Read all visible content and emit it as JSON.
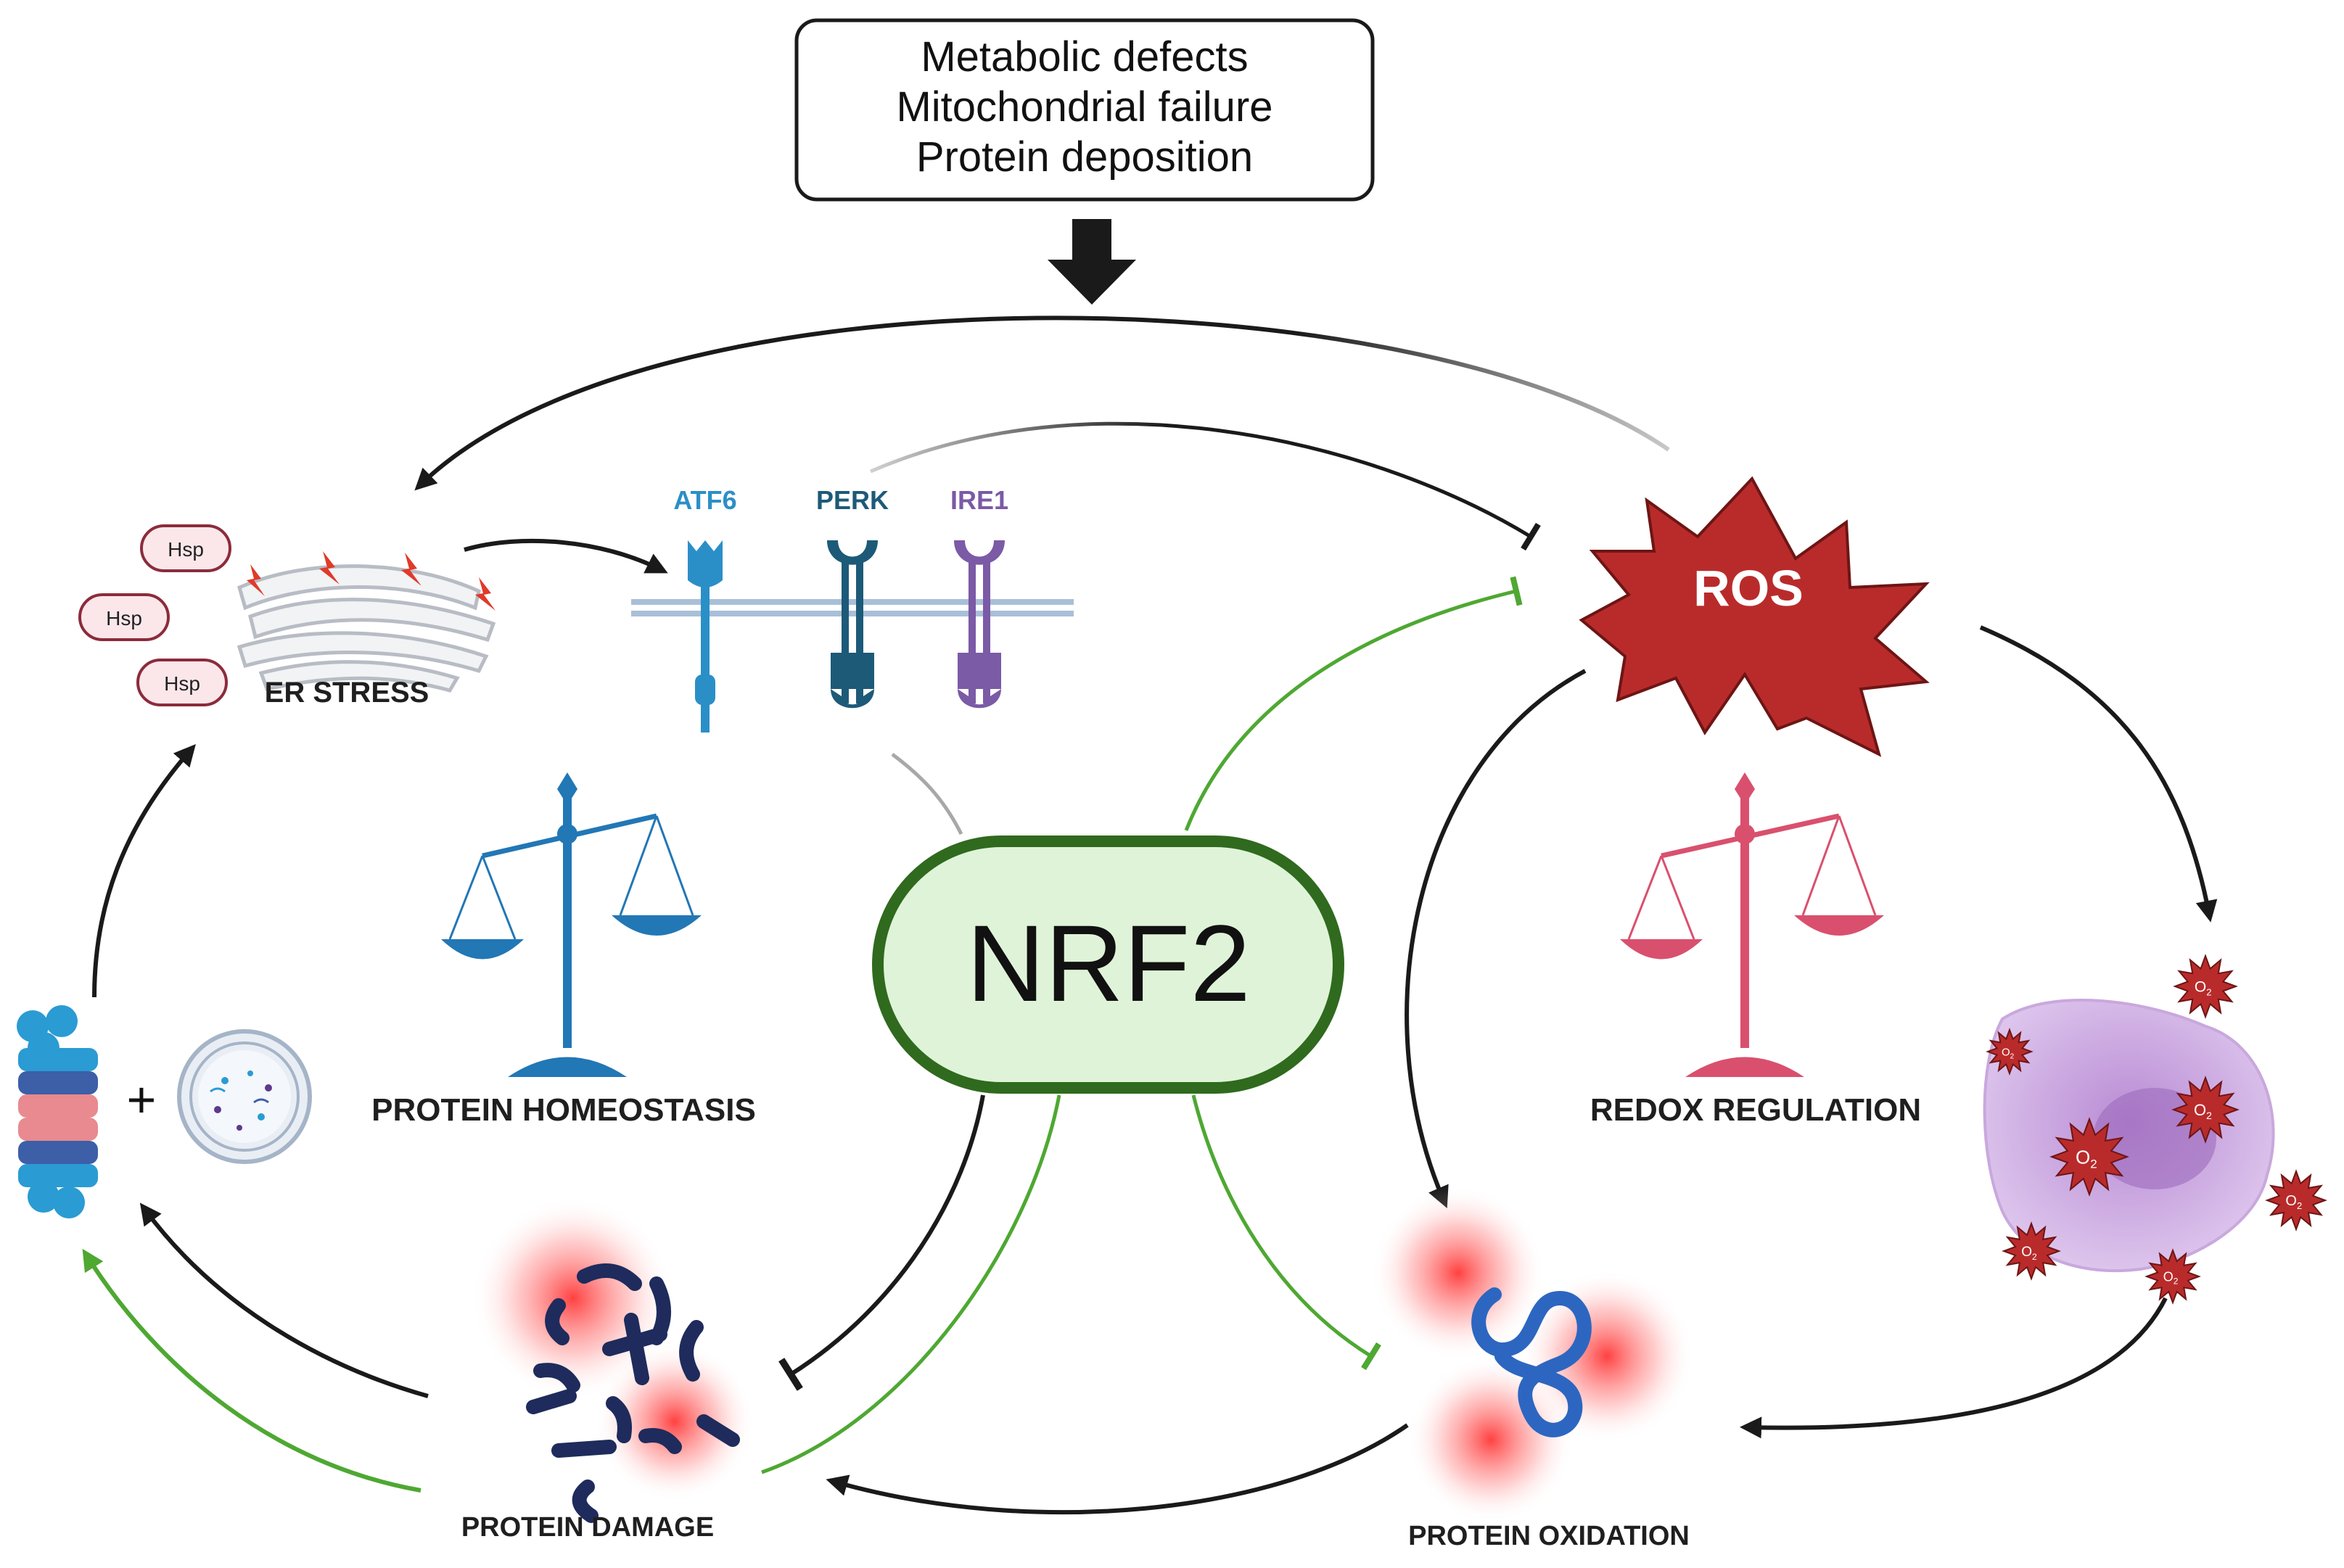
{
  "trigger": {
    "lines": [
      "Metabolic defects",
      "Mitochondrial failure",
      "Protein deposition"
    ]
  },
  "center": {
    "label": "NRF2"
  },
  "nodes": {
    "ros": "ROS",
    "er_stress": "ER STRESS",
    "hsp": "Hsp",
    "receptors": [
      "ATF6",
      "PERK",
      "IRE1"
    ],
    "protein_homeostasis": "PROTEIN HOMEOSTASIS",
    "redox_regulation": "REDOX REGULATION",
    "protein_damage": "PROTEIN DAMAGE",
    "protein_oxidation": "PROTEIN OXIDATION",
    "plus": "+",
    "superoxide": "O",
    "superoxide_sub": "2"
  },
  "colors": {
    "nrf2_fill": "#dff3d8",
    "nrf2_stroke": "#2f6a1e",
    "ros_fill": "#b92b2b",
    "atf6": "#2b8fc7",
    "perk": "#1d5a78",
    "ire1": "#7b5aa6",
    "scale_blue": "#2277b5",
    "scale_pink": "#d9506e",
    "arrow_black": "#1a1a1a",
    "arrow_green": "#4ea832"
  }
}
